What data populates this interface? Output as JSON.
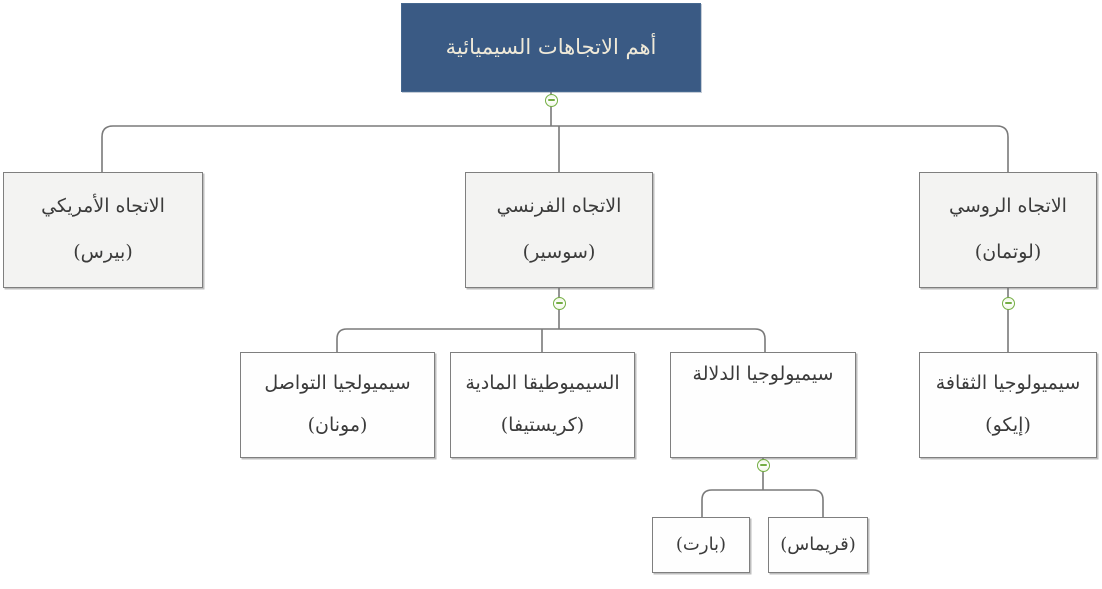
{
  "diagram": {
    "type": "org-tree",
    "direction": "rtl",
    "root": {
      "label": "أهم الاتجاهات السيميائية"
    },
    "nodes": {
      "american": {
        "title": "الاتجاه الأمريكي",
        "name": "(بيرس)"
      },
      "french": {
        "title": "الاتجاه الفرنسي",
        "name": "(سوسير)"
      },
      "russian": {
        "title": "الاتجاه الروسي",
        "name": "(لوتمان)"
      },
      "communication": {
        "title": "سيميولجيا التواصل",
        "name": "(مونان)"
      },
      "material": {
        "title": "السيميوطيقا المادية",
        "name": "(كريستيفا)"
      },
      "signification": {
        "title": "سيميولوجيا الدلالة"
      },
      "culture": {
        "title": "سيميولوجيا الثقافة",
        "name": "(إيكو)"
      },
      "barthes": {
        "name": "(بارت)"
      },
      "greimas": {
        "name": "(قريماس)"
      }
    },
    "colors": {
      "root_fill": "#3a5a84",
      "root_text": "#efe9d8",
      "level1_fill": "#f3f3f2",
      "leaf_fill": "#fefefe",
      "border": "#7f7f7f",
      "connector": "#7a7a7a",
      "collapse_green": "#74ae44",
      "text": "#3b3b3b"
    },
    "collapse_toggles_count": 4
  }
}
